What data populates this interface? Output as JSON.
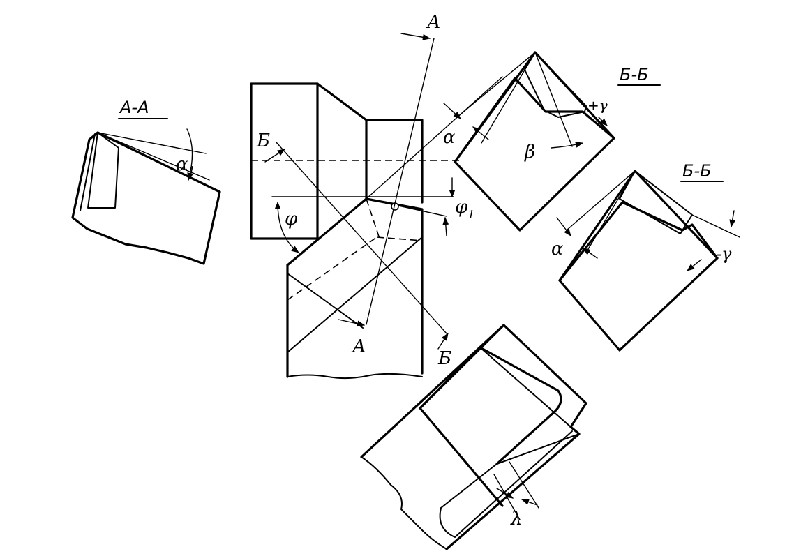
{
  "sections": {
    "aa": "А-А",
    "bb_top": "Б-Б",
    "bb_right": "Б-Б"
  },
  "labels": {
    "a_top": "А",
    "a_bottom": "А",
    "b_left": "Б",
    "b_bottom": "Б",
    "phi": "φ",
    "phi1": "φ",
    "phi1_sub": "1",
    "alpha1": "α",
    "alpha1_sub": "1",
    "alpha_top": "α",
    "beta": "β",
    "plus_gamma": "+γ",
    "alpha_right": "α",
    "minus_gamma": "-γ",
    "lambda": "λ"
  }
}
